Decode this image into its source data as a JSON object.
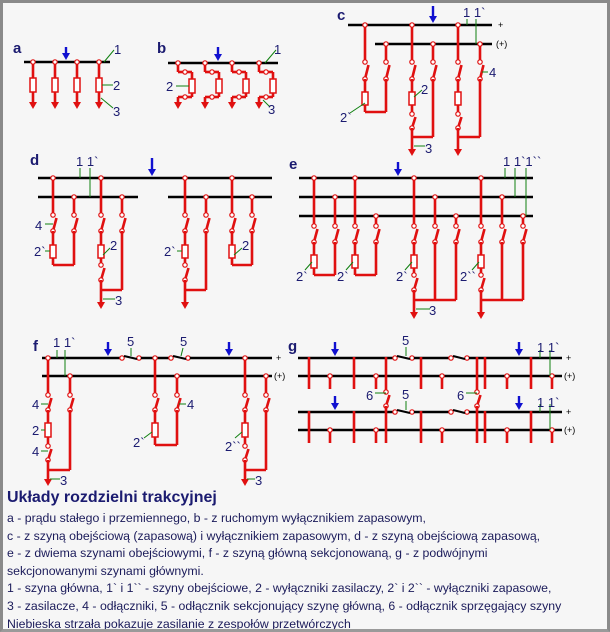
{
  "colors": {
    "bus": "#000000",
    "feeder": "#e01010",
    "arrow": "#1010d0",
    "leader": "#108010",
    "text": "#1b1b70"
  },
  "diagrams": {
    "a": {
      "letter": "a",
      "labels": [
        "1",
        "2",
        "3"
      ]
    },
    "b": {
      "letter": "b",
      "labels": [
        "1",
        "2",
        "3"
      ]
    },
    "c": {
      "letter": "c",
      "labels": [
        "1 1`",
        "4",
        "2",
        "2`",
        "3"
      ],
      "bus_marks": [
        "+",
        "(+)"
      ]
    },
    "d": {
      "letter": "d",
      "labels": [
        "1 1`",
        "4",
        "2`",
        "2",
        "3",
        "2`",
        "2"
      ]
    },
    "e": {
      "letter": "e",
      "labels": [
        "1 1`1``",
        "2`",
        "2`",
        "2`",
        "2``",
        "3"
      ]
    },
    "f": {
      "letter": "f",
      "labels": [
        "1 1`",
        "5",
        "5",
        "4",
        "4",
        "2",
        "4",
        "2`",
        "2``",
        "3",
        "3"
      ],
      "bus_marks": [
        "+",
        "(+)"
      ]
    },
    "g": {
      "letter": "g",
      "labels": [
        "5",
        "1 1`",
        "6",
        "5",
        "6",
        "1 1`"
      ],
      "bus_marks": [
        "+",
        "(+)",
        "+",
        "(+)"
      ]
    }
  },
  "caption": {
    "title": "Układy rozdzielni trakcyjnej",
    "lines": [
      "a - prądu stałego i przemiennego, b - z ruchomym wyłącznikiem zapasowym,",
      "c - z szyną obejściową (zapasową) i wyłącznikiem zapasowym, d - z szyną obejściową zapasową,",
      "e - z dwiema szynami obejściowymi, f - z szyną główną sekcjonowaną, g - z podwójnymi",
      "sekcjonowanymi szynami głównymi.",
      "1 - szyna główna, 1` i 1`` - szyny obejściowe,  2 - wyłączniki zasilaczy, 2` i 2`` - wyłączniki zapasowe,",
      "3 - zasilacze, 4 - odłączniki, 5 - odłącznik sekcjonujący szynę główną, 6 - odłącznik sprzęgający szyny",
      "Niebieska strzała pokazuje zasilanie z zespołów przetwórczych"
    ]
  }
}
